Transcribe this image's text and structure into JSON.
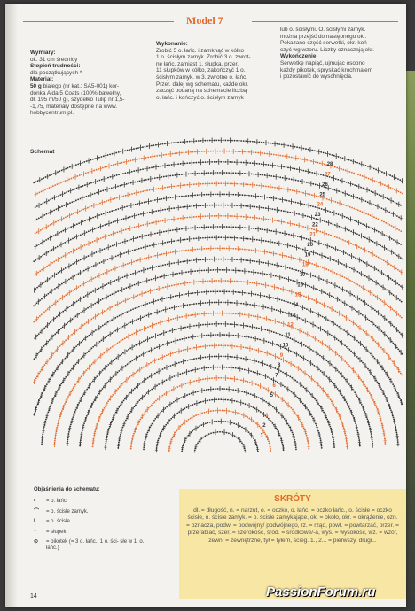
{
  "header": {
    "title": "Model 7"
  },
  "materials": {
    "l1": "Wymiary:",
    "l2": "ok. 31 cm średnicy",
    "l3": "Stopień trudności:",
    "l4": "dla początkujących *",
    "l5": "Materiał:",
    "l6a": "50 g",
    "l6b": " białego (nr kat.: SA5-001) kor-",
    "l7": "donka Aida 5 Coats (100% bawełny,",
    "l8": "dł. 195 m/50 g), szydełko Tulip nr 1,5-",
    "l9": "-1,75, materiały dostępne na www.",
    "l10": "hobbycentrum.pl."
  },
  "wykonanie": {
    "heading": "Wykonanie:",
    "lines": [
      "Zrobić 5 o. łańc. i zamknąć w kółko",
      "1 o. ścisłym zamyk. Zrobić 3 o. zwrot-",
      "ne łańc. zamiast 1. słupka, przer.",
      "11 słupków w kółko, zakończyć 1 o.",
      "ścisłym zamyk. w 3. zwrotne o. łańc.",
      "Przer. dalej wg schematu, każde okr.",
      "zacząć podaną na schemacie liczbą",
      "o. łańc. i kończyć o. ścisłym zamyk"
    ]
  },
  "col3": {
    "lines": [
      "lub o. ścisłymi. O. ścisłymi zamyk.",
      "można przejść do następnego okr.",
      "Pokazano część serwetki, okr. koń-",
      "czyć wg wzoru. Liczby oznaczają okr."
    ],
    "heading": "Wykończenie:",
    "lines2": [
      "Serwetkę napiąć, ujmując osobno",
      "każdy pikotek, spryskać krochmalem",
      "i pozostawić do wyschnięcia."
    ]
  },
  "schemat": {
    "label": "Schemat"
  },
  "chart_labels": [
    "28",
    "27",
    "26",
    "25",
    "24",
    "23",
    "22",
    "21",
    "20",
    "19",
    "18",
    "17",
    "16",
    "15",
    "14",
    "13",
    "12",
    "11",
    "10",
    "9",
    "8",
    "7",
    "6",
    "5",
    "4",
    "3",
    "2",
    "1"
  ],
  "legend": {
    "heading": "Objaśnienia do schematu:",
    "items": [
      {
        "sym": "•",
        "text": "= o. łańc."
      },
      {
        "sym": "⌒",
        "text": "= o. ścisłe zamyk."
      },
      {
        "sym": "I",
        "text": "= o. ścisłe"
      },
      {
        "sym": "†",
        "text": "= słupek"
      },
      {
        "sym": "⊙",
        "text": "= pikotek (= 3 o. łańc., 1 o. ści- słe w 1. o. łańc.)"
      }
    ]
  },
  "skroty": {
    "heading": "SKRÓTY",
    "text": "dł. = długość, n. = narzut, o. = oczko, o. łańc. = oczko łańc., o. ścisłe = oczko ścisłe, o. ścisłe zamyk. = o. ścisłe zamykające, ok. = około, okr. = okrążenie, ozn. = oznacza, podw. = podwójny/ podwójnego, rz. = rząd, powt. = powtarzać, przer. = przerabiać, szer. = szerokość, środ. = środkowe/-a, wys. = wysokość, wz. = wzór, zewn. = zewnętrzne, tył = tyłem, ścieg. 1., 2... = pierwszy, drugi..."
  },
  "page": {
    "number": "14"
  },
  "watermark": {
    "text": "PassionForum.ru"
  },
  "colors": {
    "accent": "#e26a2c",
    "ink": "#333333",
    "panel": "#f7e6a4"
  }
}
